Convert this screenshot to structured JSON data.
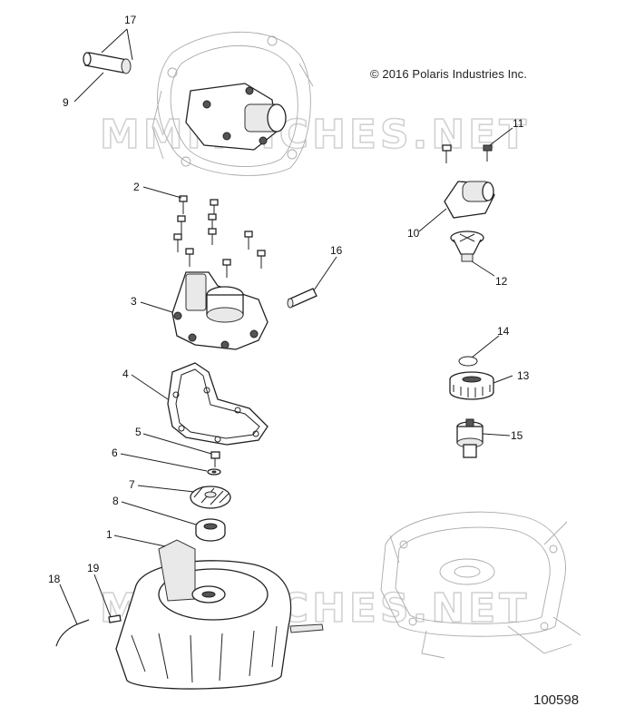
{
  "copyright": "© 2016 Polaris Industries Inc.",
  "watermark": "MMMFICHES.NET",
  "figure_number": "100598",
  "callouts": {
    "c1": "1",
    "c2": "2",
    "c3": "3",
    "c4": "4",
    "c5": "5",
    "c6": "6",
    "c7": "7",
    "c8": "8",
    "c9": "9",
    "c10": "10",
    "c11": "11",
    "c12": "12",
    "c13": "13",
    "c14": "14",
    "c15": "15",
    "c16": "16",
    "c17": "17",
    "c18": "18",
    "c19": "19"
  }
}
